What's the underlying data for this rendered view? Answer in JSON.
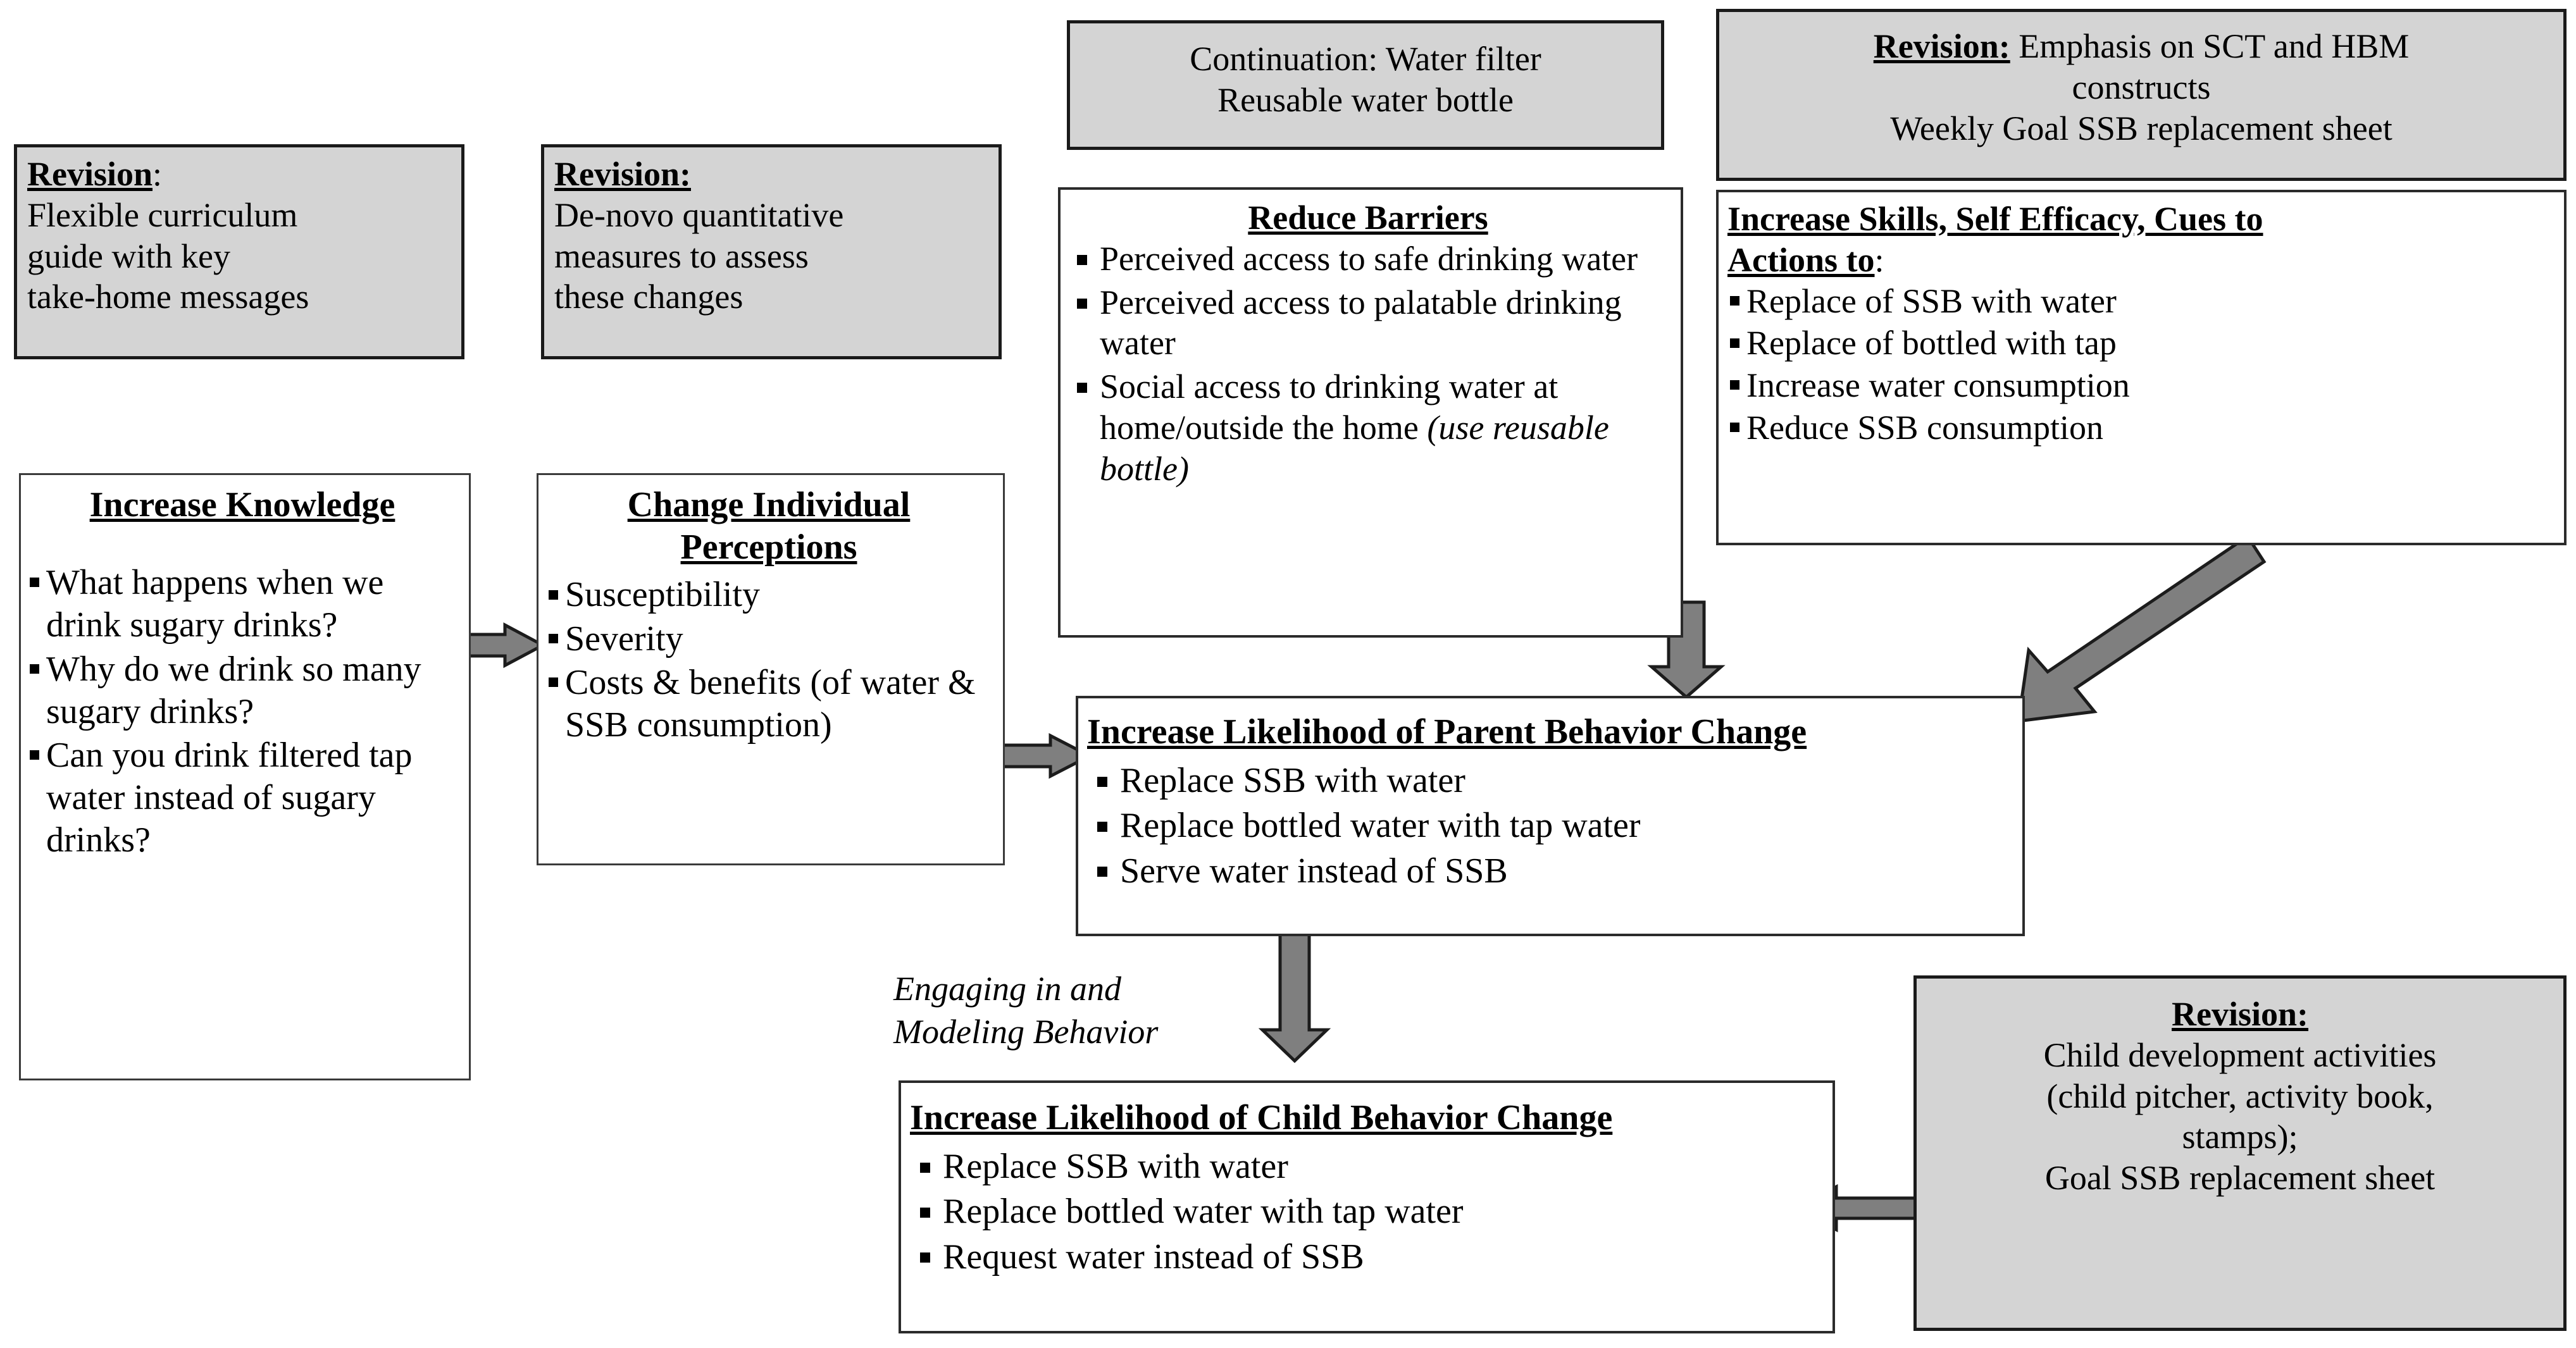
{
  "diagram": {
    "title": "Conceptual model of water / SSB behavior change intervention",
    "accent_shaded": "#d4d4d4",
    "accent_arrow": "#7f7f7f",
    "border_color": "#2b2b2b"
  },
  "boxes": {
    "revision_curriculum": {
      "heading": "Revision",
      "heading_suffix": ":",
      "lines": [
        "Flexible curriculum",
        "guide with key",
        "take-home messages"
      ]
    },
    "revision_measures": {
      "heading": "Revision:",
      "lines": [
        "De-novo quantitative",
        "measures to assess",
        "these changes"
      ]
    },
    "continuation": {
      "lines": [
        "Continuation: Water filter",
        "Reusable water bottle"
      ]
    },
    "revision_constructs": {
      "heading": "Revision:",
      "heading_rest": " Emphasis on SCT and HBM",
      "lines": [
        "constructs",
        "Weekly  Goal SSB replacement  sheet"
      ]
    },
    "increase_knowledge": {
      "heading": "Increase Knowledge",
      "items": [
        "What happens when we drink sugary drinks?",
        "Why do we drink so many sugary drinks?",
        "Can you drink filtered tap water instead of sugary drinks?"
      ]
    },
    "change_perceptions": {
      "heading_line1": "Change Individual",
      "heading_line2": "Perceptions",
      "items": [
        "Susceptibility",
        "Severity",
        "Costs & benefits (of water & SSB consumption)"
      ]
    },
    "reduce_barriers": {
      "heading": "Reduce Barriers",
      "items": [
        "Perceived access to safe drinking water",
        "Perceived access to palatable drinking water",
        "Social access to drinking water at home/outside the home "
      ],
      "item3_italic_tail": "(use reusable bottle)"
    },
    "increase_skills": {
      "heading_line1": "Increase Skills, Self Efficacy, Cues to",
      "heading_line2": "Actions to",
      "heading_line2_suffix": ":",
      "items": [
        "Replace of SSB with water",
        "Replace of bottled with tap",
        "Increase  water consumption",
        "Reduce SSB consumption"
      ]
    },
    "parent_behavior": {
      "heading": "Increase Likelihood  of Parent Behavior Change",
      "items": [
        "Replace SSB with water",
        "Replace bottled water with tap water",
        "Serve water instead of SSB"
      ]
    },
    "child_behavior": {
      "heading": "Increase Likelihood  of Child  Behavior Change",
      "items": [
        "Replace SSB with water",
        "Replace bottled water with tap water",
        "Request water instead of SSB"
      ]
    },
    "revision_child": {
      "heading": "Revision:",
      "lines": [
        "Child development activities",
        "(child pitcher,  activity book,",
        "stamps);",
        "Goal SSB replacement  sheet"
      ]
    }
  },
  "annotations": {
    "modeling_behavior": {
      "line1": "Engaging in and",
      "line2": "Modeling Behavior"
    }
  }
}
